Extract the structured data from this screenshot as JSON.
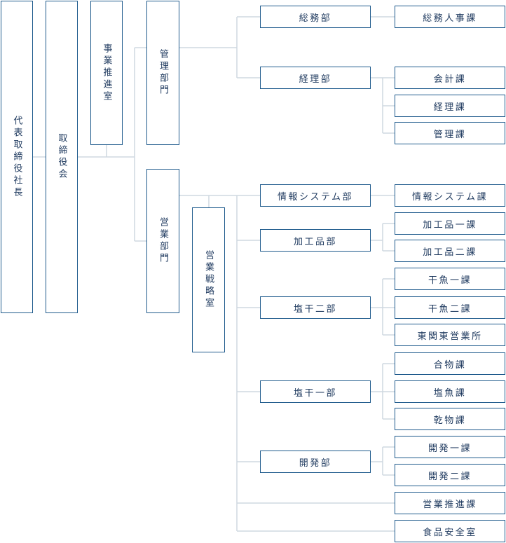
{
  "org": {
    "ceo": "代表取締役社長",
    "board": "取締役会",
    "business_promotion_office": "事業推進室",
    "management_division": {
      "name": "管理部門",
      "general_affairs": {
        "name": "総務部",
        "sections": [
          "総務人事課"
        ]
      },
      "accounting": {
        "name": "経理部",
        "sections": [
          "会計課",
          "経理課",
          "管理課"
        ]
      }
    },
    "sales_division": {
      "name": "営業部門",
      "strategy_office": "営業戦略室",
      "info_systems": {
        "name": "情報システム部",
        "sections": [
          "情報システム課"
        ]
      },
      "processed": {
        "name": "加工品部",
        "sections": [
          "加工品一課",
          "加工品二課"
        ]
      },
      "salted_dried_2": {
        "name": "塩干二部",
        "sections": [
          "干魚一課",
          "干魚二課",
          "東関東営業所"
        ]
      },
      "salted_dried_1": {
        "name": "塩干一部",
        "sections": [
          "合物課",
          "塩魚課",
          "乾物課"
        ]
      },
      "development": {
        "name": "開発部",
        "sections": [
          "開発一課",
          "開発二課"
        ]
      },
      "sales_promotion": "営業推進課",
      "food_safety": "食品安全室"
    }
  },
  "colors": {
    "border": "#1e5a8c",
    "connector": "#cfd8e0",
    "text": "#1f3a5f"
  }
}
